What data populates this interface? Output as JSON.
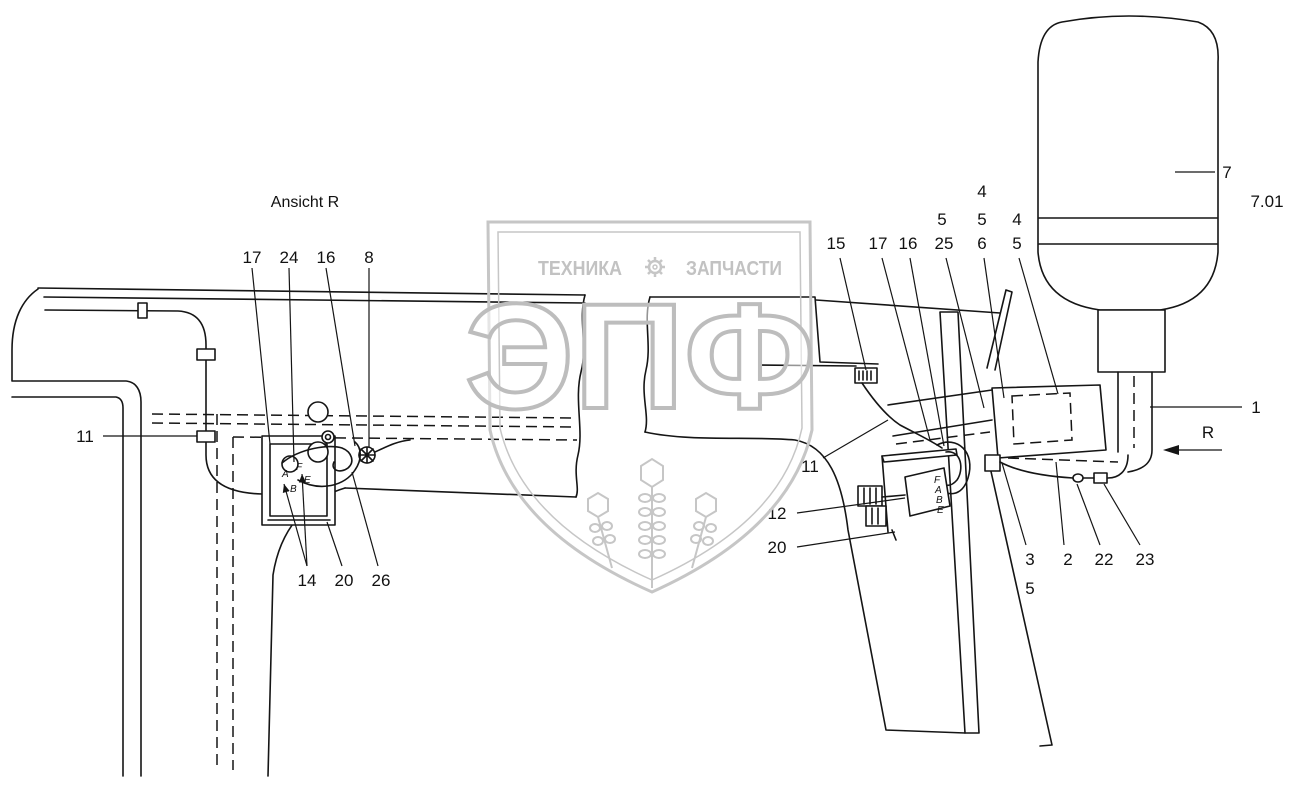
{
  "view_title": "Ansicht R",
  "left_view": {
    "callouts_top": [
      "17",
      "24",
      "16",
      "8"
    ],
    "callout_left": "11",
    "callouts_bottom": [
      "14",
      "20",
      "26"
    ],
    "switch_letters": [
      "A",
      "F",
      "E",
      "B"
    ]
  },
  "main_view": {
    "callouts_stack_top": [
      "4"
    ],
    "callouts_stack_middle": [
      "5",
      "5",
      "4"
    ],
    "callouts_top_row": [
      "15",
      "17",
      "16",
      "25",
      "6",
      "5"
    ],
    "mirror_callouts": [
      "7",
      "7.01"
    ],
    "arm_callout": "1",
    "view_direction_label": "R",
    "callouts_left": [
      "11",
      "12",
      "20"
    ],
    "callouts_bottom": [
      "3",
      "5",
      "2",
      "22",
      "23"
    ],
    "switch_letters": [
      "F",
      "A",
      "B",
      "E"
    ]
  },
  "watermark": {
    "brand_left": "ТЕХНИКА",
    "brand_right": "ЗАПЧАСТИ",
    "logo_letters": "ЭПФ",
    "icon": "gear-icon"
  }
}
